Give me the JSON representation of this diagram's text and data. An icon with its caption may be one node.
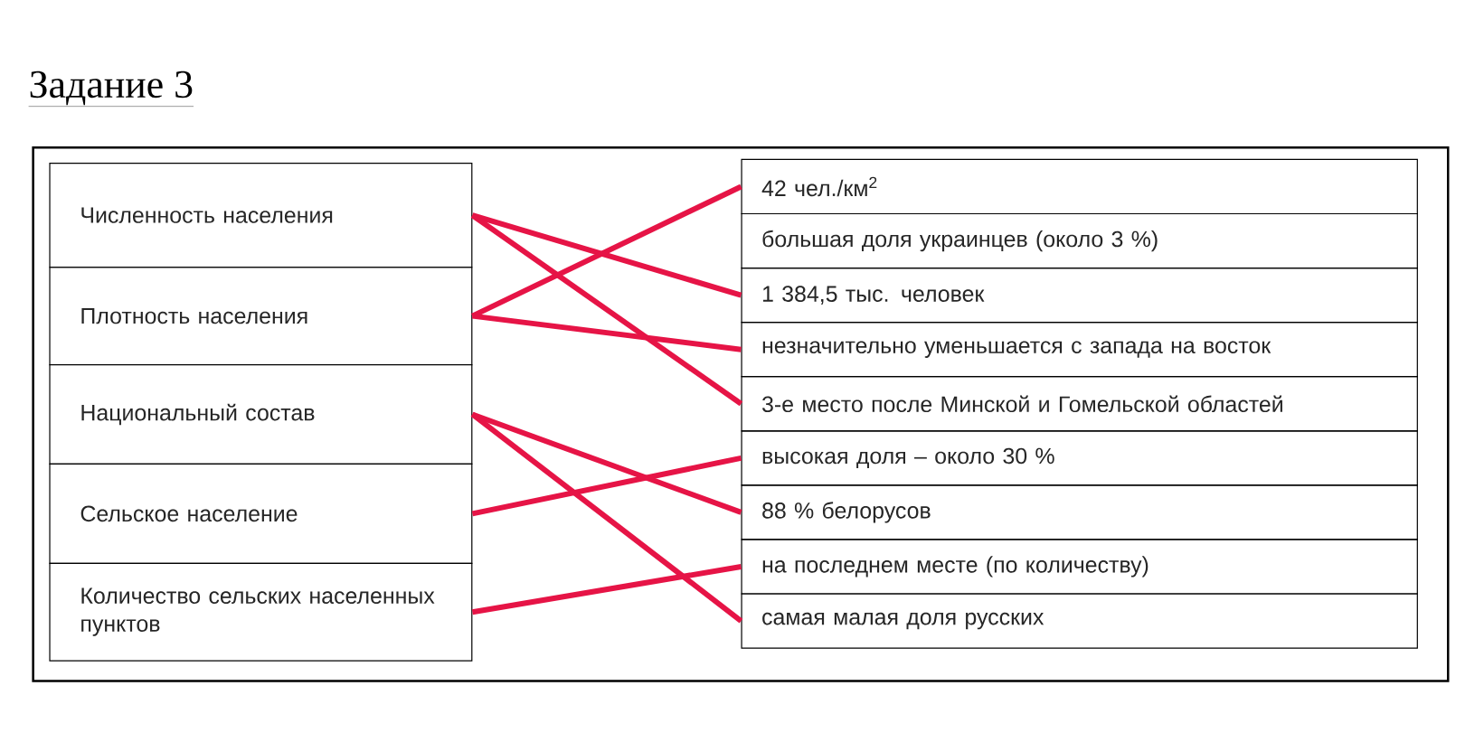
{
  "diagram": {
    "title": "Задание 3",
    "nodes": [
      {
        "text": [
          "Численность населения"
        ]
      },
      {
        "text": [
          "Плотность населения"
        ]
      },
      {
        "text": [
          "Национальный состав"
        ]
      },
      {
        "text": [
          "Сельское население"
        ]
      },
      {
        "text": [
          "Количество сельских населенных пунктов"
        ]
      },
      {
        "text": [
          "42 чел./км$^{2}$"
        ]
      },
      {
        "text": [
          "большая доля украинцев (около 3 %)"
        ]
      },
      {
        "text": [
          "1 384,5 тыс. человек"
        ]
      },
      {
        "text": [
          "незначительно уменьшается с запада на восток"
        ]
      },
      {
        "text": [
          "3-е место после Минской и Гомельской областей"
        ]
      },
      {
        "text": [
          "высокая доля – около 30 %"
        ]
      },
      {
        "text": [
          "88 % белорусов"
        ]
      },
      {
        "text": [
          "на последнем месте (по количеству)"
        ]
      },
      {
        "text": [
          "самая малая доля русских"
        ]
      }
    ],
    "edges": [
      {
        "from": 0,
        "to": 7,
        "arrow": "none"
      },
      {
        "from": 0,
        "to": 9,
        "arrow": "none"
      },
      {
        "from": 1,
        "to": 5,
        "arrow": "none"
      },
      {
        "from": 1,
        "to": 8,
        "arrow": "none"
      },
      {
        "from": 2,
        "to": 11,
        "arrow": "none"
      },
      {
        "from": 2,
        "to": 13,
        "arrow": "none"
      },
      {
        "from": 3,
        "to": 10,
        "arrow": "none"
      },
      {
        "from": 4,
        "to": 12,
        "arrow": "none"
      }
    ]
  }
}
